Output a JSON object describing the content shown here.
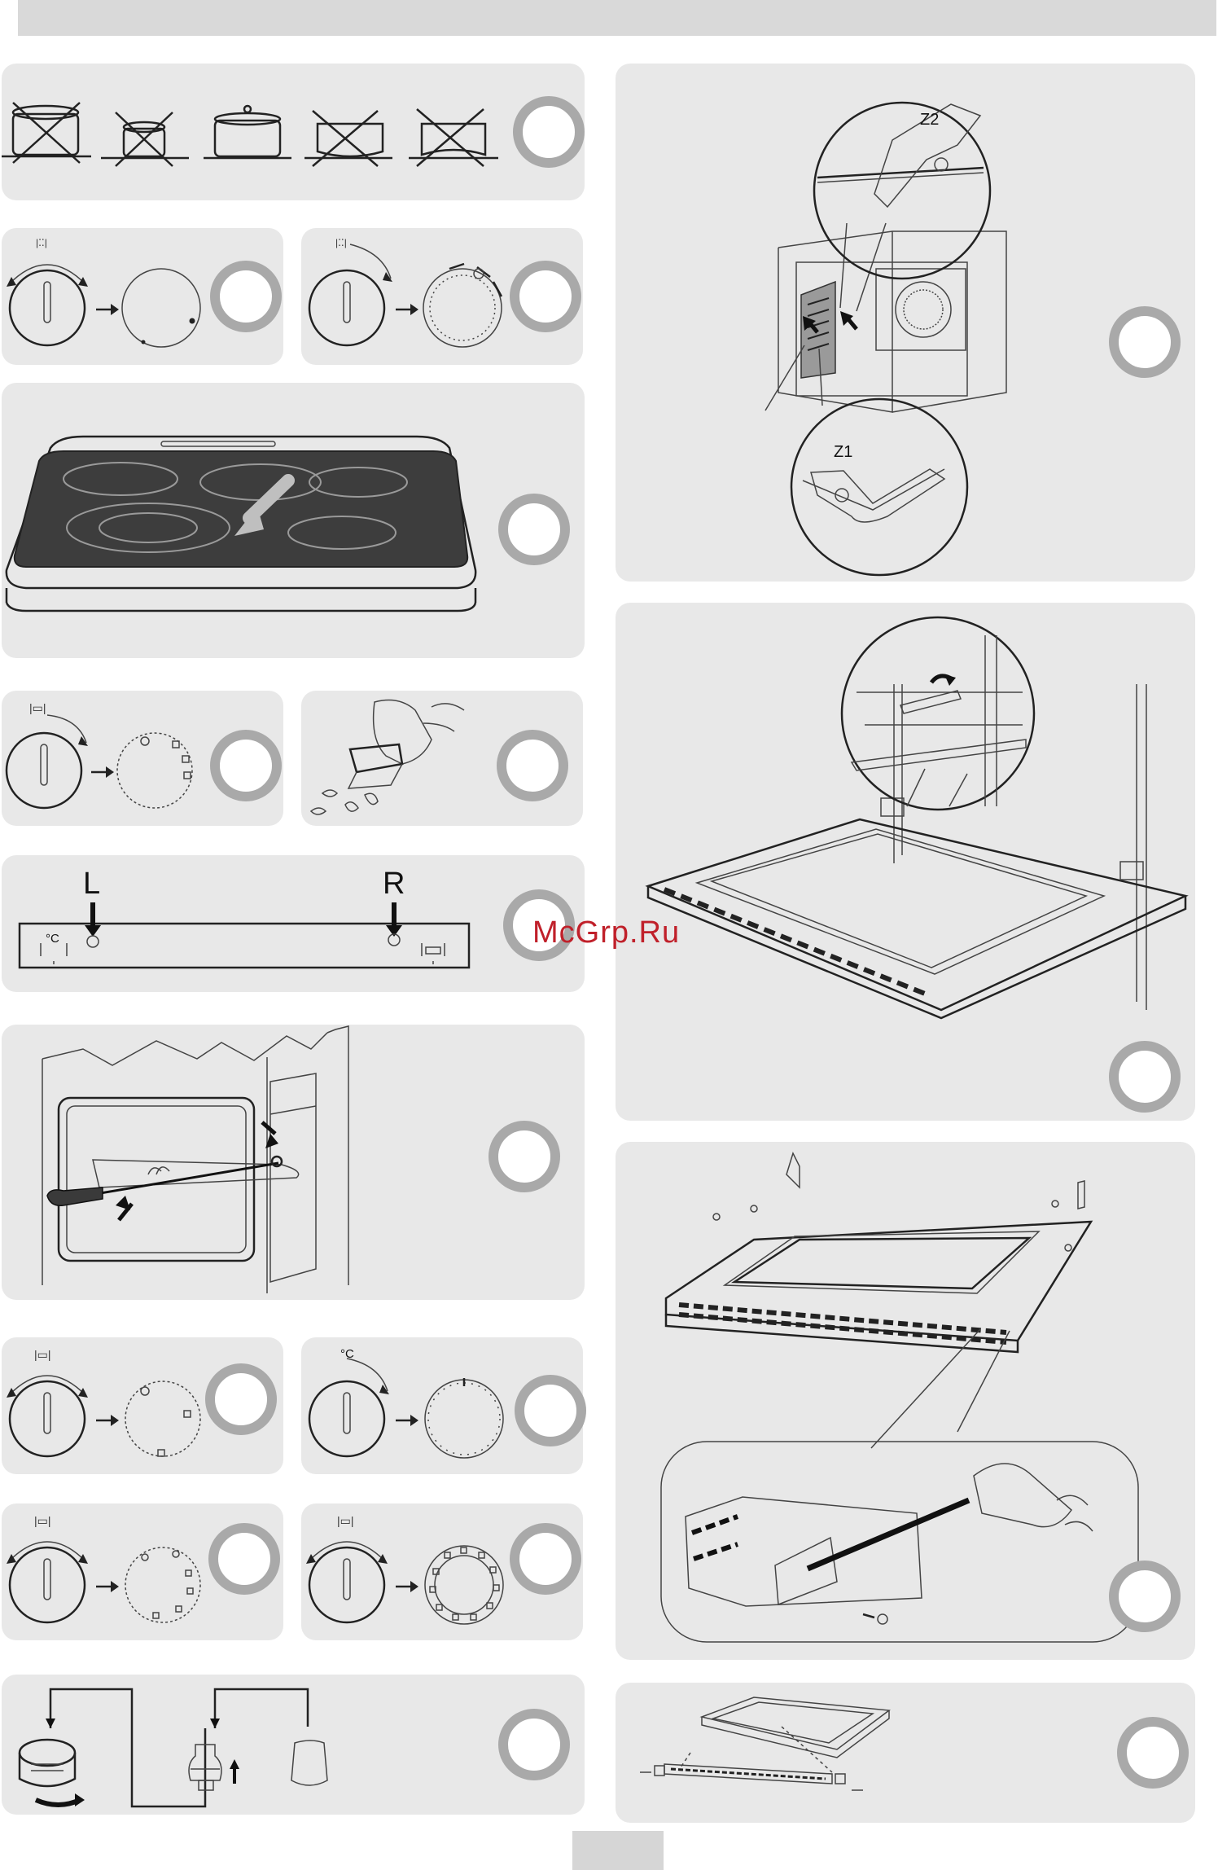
{
  "labels": {
    "z2": "Z2",
    "z1": "Z1",
    "left": "L",
    "right": "R",
    "celsius": "°C"
  },
  "watermark": "McGrp.Ru"
}
